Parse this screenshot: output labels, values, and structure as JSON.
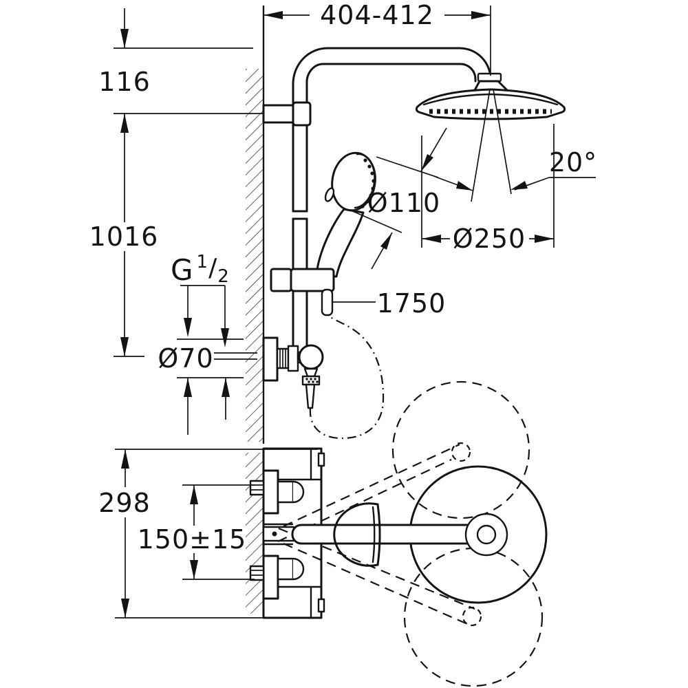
{
  "drawing": {
    "background": "#ffffff",
    "ink": "#141414",
    "labels": {
      "arm_projection": "404-412",
      "arm_drop": "116",
      "column_height": "1016",
      "thread_base": "G",
      "thread_numerator": "1",
      "thread_slash": "/",
      "thread_denominator": "2",
      "escutcheon_diameter": "Ø70",
      "hand_shower_diameter": "Ø110",
      "head_shower_diameter": "Ø250",
      "swivel_angle": "20°",
      "hose_length": "1750",
      "body_height": "298",
      "inlet_spacing": "150±15"
    }
  }
}
